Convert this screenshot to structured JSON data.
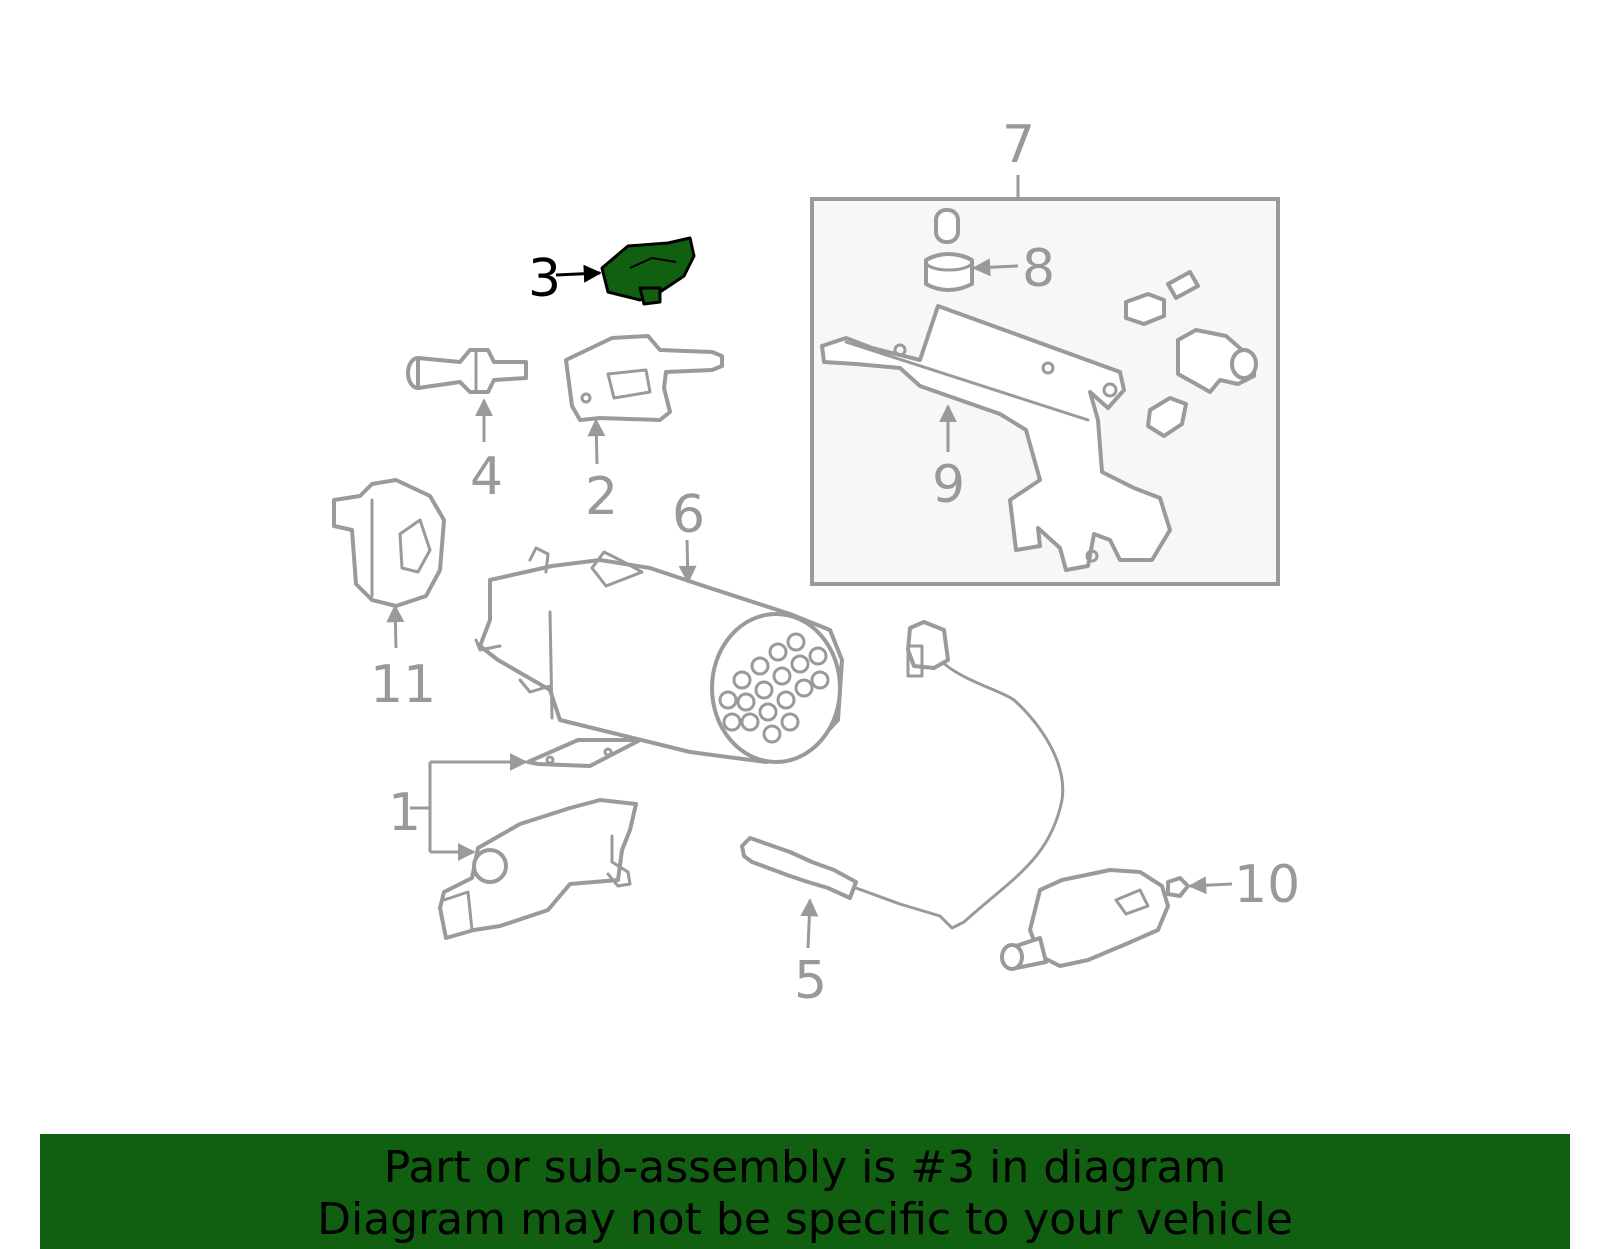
{
  "diagram": {
    "highlight_color": "#116011",
    "line_color": "#9a9a9a",
    "subassembly_box_fill": "#f7f7f7",
    "selected_part": "3",
    "callouts": [
      "1",
      "2",
      "3",
      "4",
      "5",
      "6",
      "7",
      "8",
      "9",
      "10",
      "11"
    ]
  },
  "banner": {
    "line1": "Part or sub-assembly is #3 in diagram",
    "line2": "Diagram may not be specific to your vehicle"
  }
}
